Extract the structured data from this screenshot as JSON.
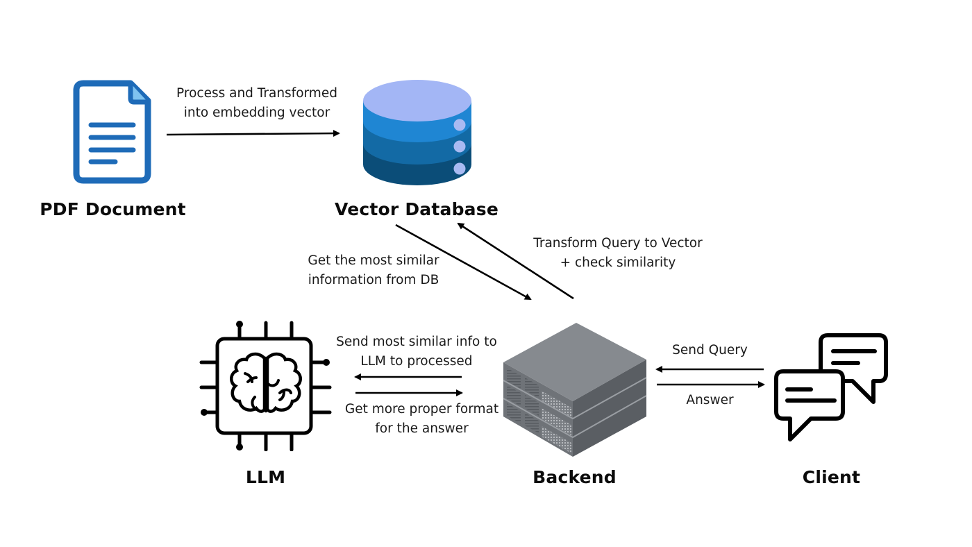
{
  "diagram": {
    "nodes": {
      "pdf": {
        "title": "PDF Document",
        "icon": "document-icon",
        "color": "#1e6bb8"
      },
      "vectordb": {
        "title": "Vector Database",
        "icon": "database-icon",
        "colors": {
          "top": "#a3b6f5",
          "layer1": "#1f86d3",
          "layer2": "#136aa5",
          "layer3": "#0b4d78",
          "dot": "#a9baf2"
        }
      },
      "llm": {
        "title": "LLM",
        "icon": "brain-chip-icon"
      },
      "backend": {
        "title": "Backend",
        "icon": "server-stack-icon",
        "color": "#6e7277"
      },
      "client": {
        "title": "Client",
        "icon": "chat-bubbles-icon"
      }
    },
    "edges": {
      "pdf_to_db": {
        "line1": "Process and Transformed",
        "line2": "into embedding vector"
      },
      "db_to_backend": {
        "line1": "Get the most similar",
        "line2": "information from DB"
      },
      "backend_to_db": {
        "line1": "Transform Query to Vector",
        "line2": "+ check similarity"
      },
      "backend_to_llm": {
        "line1": "Send most similar info to",
        "line2": "LLM to processed"
      },
      "llm_to_backend": {
        "line1": "Get more proper format",
        "line2": "for the answer"
      },
      "client_to_backend": {
        "label": "Send Query"
      },
      "backend_to_client": {
        "label": "Answer"
      }
    }
  }
}
